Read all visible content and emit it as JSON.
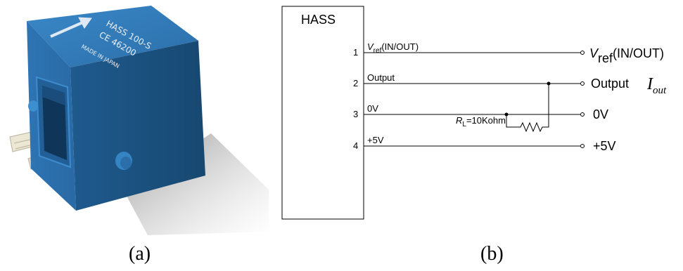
{
  "panel_a": {
    "caption": "(a)",
    "device_markings": {
      "model": "HASS 100-S",
      "cert": "CE 46200",
      "origin": "MADE IN JAPAN"
    },
    "body_color": "#2f78b7"
  },
  "panel_b": {
    "caption": "(b)",
    "block_label": "HASS",
    "pins": [
      {
        "number": "1",
        "label_main": "V",
        "label_sub": "ref",
        "label_suffix": "(IN/OUT)",
        "terminal_main": "V",
        "terminal_sub": "ref",
        "terminal_suffix": "(IN/OUT)"
      },
      {
        "number": "2",
        "label": "Output",
        "terminal": "Output"
      },
      {
        "number": "3",
        "label": "0V",
        "terminal": "0V"
      },
      {
        "number": "4",
        "label": "+5V",
        "terminal": "+5V"
      }
    ],
    "resistor": {
      "label_main": "R",
      "label_sub": "L",
      "label_value": "=10Kohm"
    },
    "current": {
      "main": "I",
      "sub": "out"
    }
  }
}
